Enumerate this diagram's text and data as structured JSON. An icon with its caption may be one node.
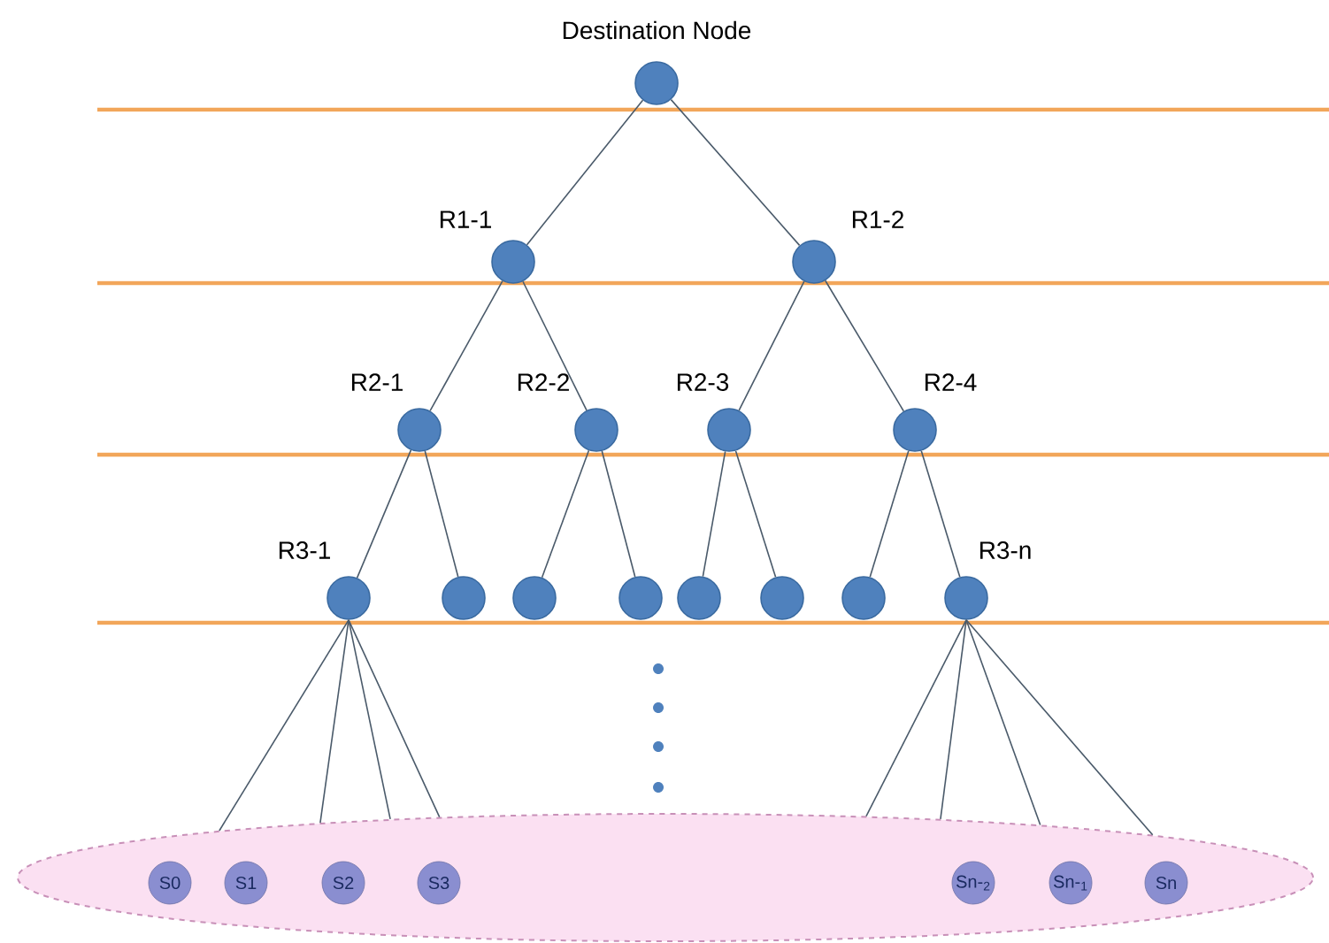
{
  "diagram": {
    "nodes": [
      {
        "text": [
          "Destination Node"
        ]
      },
      {
        "text": [
          "R1-1"
        ]
      },
      {
        "text": [
          "R1-2"
        ]
      },
      {
        "text": [
          "R2-1"
        ]
      },
      {
        "text": [
          "R2-2"
        ]
      },
      {
        "text": [
          "R2-3"
        ]
      },
      {
        "text": [
          "R2-4"
        ]
      },
      {
        "text": [
          "R3-1"
        ]
      },
      {
        "text": [],
        "shape": "circle"
      },
      {
        "text": [],
        "shape": "circle"
      },
      {
        "text": [],
        "shape": "circle"
      },
      {
        "text": [],
        "shape": "circle"
      },
      {
        "text": [],
        "shape": "circle"
      },
      {
        "text": [],
        "shape": "circle"
      },
      {
        "text": [
          "R3-n"
        ]
      },
      {
        "text": [],
        "shape": "ellipse"
      },
      {
        "text": [
          "S0"
        ],
        "in": 15
      },
      {
        "text": [
          "S1"
        ],
        "in": 15
      },
      {
        "text": [
          "S2"
        ],
        "in": 15
      },
      {
        "text": [
          "S3"
        ],
        "in": 15
      },
      {
        "text": [
          "Sn-$_{2}$"
        ],
        "in": 15
      },
      {
        "text": [
          "Sn-$_{1}$"
        ],
        "in": 15
      },
      {
        "text": [
          "Sn"
        ],
        "in": 15
      }
    ],
    "edges": [
      {
        "from": 0,
        "to": 1,
        "arrow": "none"
      },
      {
        "from": 0,
        "to": 2,
        "arrow": "none"
      },
      {
        "from": 1,
        "to": 3,
        "arrow": "none"
      },
      {
        "from": 1,
        "to": 4,
        "arrow": "none"
      },
      {
        "from": 2,
        "to": 5,
        "arrow": "none"
      },
      {
        "from": 2,
        "to": 6,
        "arrow": "none"
      },
      {
        "from": 3,
        "to": 7,
        "arrow": "none"
      },
      {
        "from": 3,
        "to": 8,
        "arrow": "none"
      },
      {
        "from": 4,
        "to": 9,
        "arrow": "none"
      },
      {
        "from": 4,
        "to": 10,
        "arrow": "none"
      },
      {
        "from": 5,
        "to": 11,
        "arrow": "none"
      },
      {
        "from": 5,
        "to": 12,
        "arrow": "none"
      },
      {
        "from": 6,
        "to": 13,
        "arrow": "none"
      },
      {
        "from": 6,
        "to": 14,
        "arrow": "none"
      },
      {
        "from": 7,
        "to": 15,
        "arrow": "none"
      },
      {
        "from": 7,
        "to": 15,
        "arrow": "none"
      },
      {
        "from": 7,
        "to": 15,
        "arrow": "none"
      },
      {
        "from": 7,
        "to": 15,
        "arrow": "none"
      },
      {
        "from": 14,
        "to": 15,
        "arrow": "none"
      },
      {
        "from": 14,
        "to": 15,
        "arrow": "none"
      },
      {
        "from": 14,
        "to": 15,
        "arrow": "none"
      },
      {
        "from": 14,
        "to": 15,
        "arrow": "none"
      }
    ]
  }
}
